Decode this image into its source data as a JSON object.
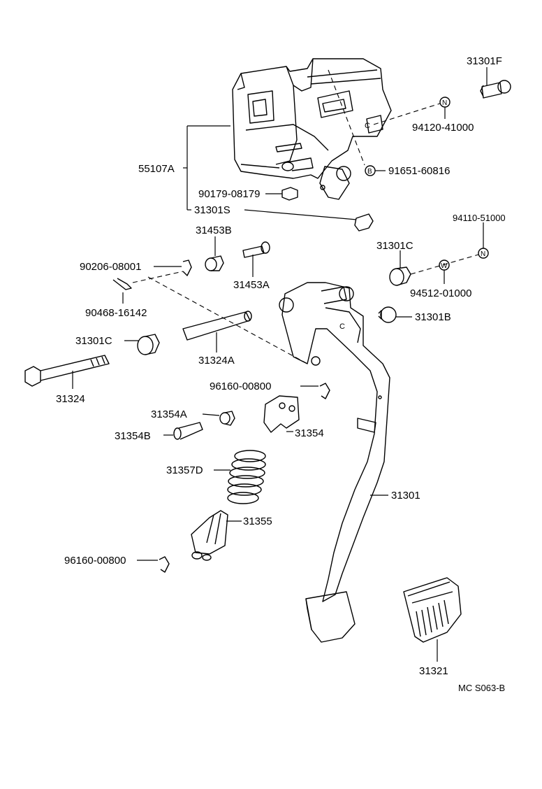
{
  "labels": {
    "p31301F": "31301F",
    "p94120": "94120-41000",
    "p55107A": "55107A",
    "p91651": "91651-60816",
    "p90179": "90179-08179",
    "p31301S": "31301S",
    "p94110": "94110-51000",
    "p31453B": "31453B",
    "p31301C_top": "31301C",
    "p90206": "90206-08001",
    "p31453A": "31453A",
    "p94512": "94512-01000",
    "p90468": "90468-16142",
    "p31301B": "31301B",
    "p31301C_left": "31301C",
    "p31324A": "31324A",
    "p31324": "31324",
    "p96160_top": "96160-00800",
    "p31354A": "31354A",
    "p31354B": "31354B",
    "p31354": "31354",
    "p31357D": "31357D",
    "p31301": "31301",
    "p31355": "31355",
    "p96160_bottom": "96160-00800",
    "p31321": "31321",
    "diagram_code": "MC S063-B"
  },
  "badges": {
    "n_top": "N",
    "b_mid": "B",
    "n_right": "N",
    "w_right": "W"
  }
}
